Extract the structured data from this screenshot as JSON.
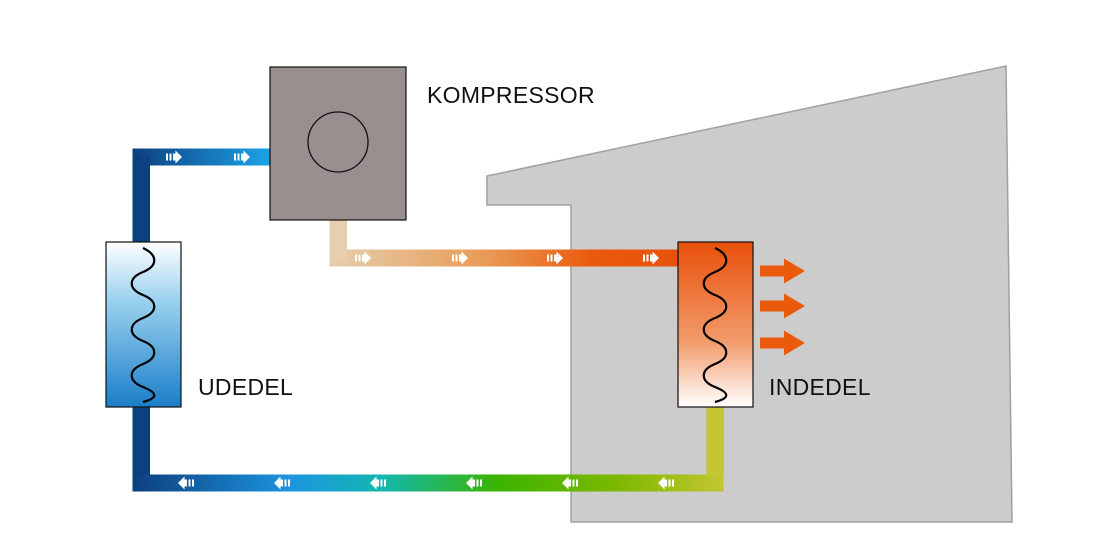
{
  "labels": {
    "compressor": "KOMPRESSOR",
    "outdoor_unit": "UDEDEL",
    "indoor_unit": "INDEDEL"
  },
  "colors": {
    "house": "#cccccc",
    "house_edge": "#9a9a9a",
    "compressor_body": "#9a8f8f",
    "pipe_cold_dark": "#0e3f7f",
    "pipe_cold_light": "#1b98e0",
    "pipe_hot_light": "#e4c9a4",
    "pipe_hot": "#ea5a0c",
    "pipe_liquid_green": "#3db200",
    "pipe_liquid_yellow": "#c8c832",
    "heat_arrow": "#ea5a0c"
  },
  "icons": {
    "flow_arrow": "flow-arrow-icon",
    "heat_arrow": "heat-arrow-icon",
    "coil": "coil-icon"
  }
}
